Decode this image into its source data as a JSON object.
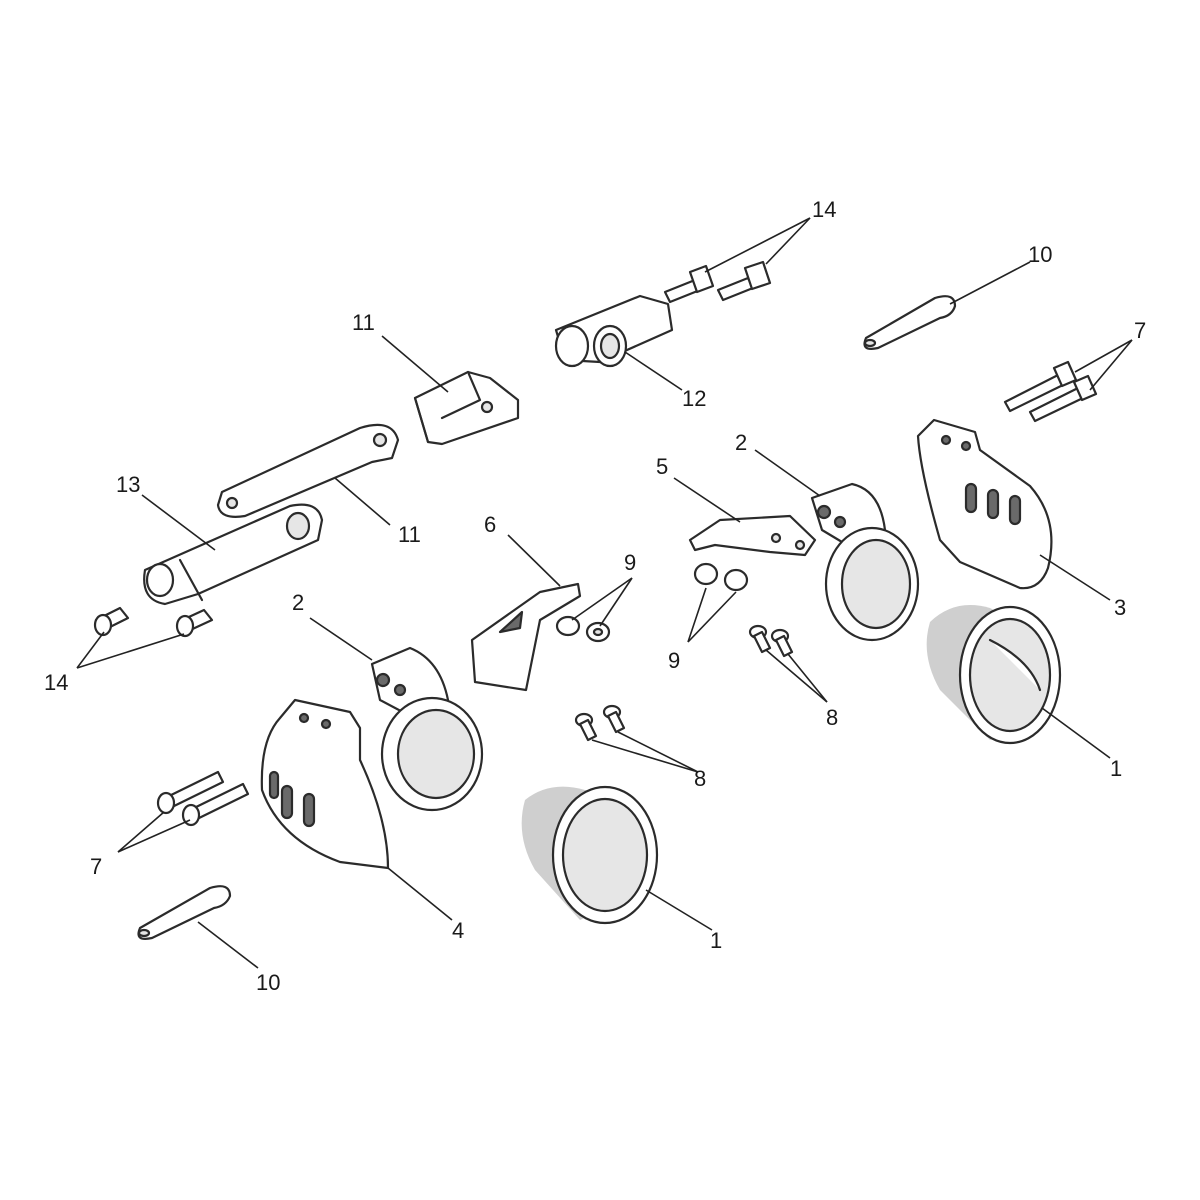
{
  "callouts": [
    {
      "id": "c1a",
      "label": "1"
    },
    {
      "id": "c1b",
      "label": "1"
    },
    {
      "id": "c2a",
      "label": "2"
    },
    {
      "id": "c2b",
      "label": "2"
    },
    {
      "id": "c3",
      "label": "3"
    },
    {
      "id": "c4",
      "label": "4"
    },
    {
      "id": "c5",
      "label": "5"
    },
    {
      "id": "c6",
      "label": "6"
    },
    {
      "id": "c7a",
      "label": "7"
    },
    {
      "id": "c7b",
      "label": "7"
    },
    {
      "id": "c8a",
      "label": "8"
    },
    {
      "id": "c8b",
      "label": "8"
    },
    {
      "id": "c9a",
      "label": "9"
    },
    {
      "id": "c9b",
      "label": "9"
    },
    {
      "id": "c10a",
      "label": "10"
    },
    {
      "id": "c10b",
      "label": "10"
    },
    {
      "id": "c11a",
      "label": "11"
    },
    {
      "id": "c11b",
      "label": "11"
    },
    {
      "id": "c12",
      "label": "12"
    },
    {
      "id": "c13",
      "label": "13"
    },
    {
      "id": "c14a",
      "label": "14"
    },
    {
      "id": "c14b",
      "label": "14"
    }
  ]
}
